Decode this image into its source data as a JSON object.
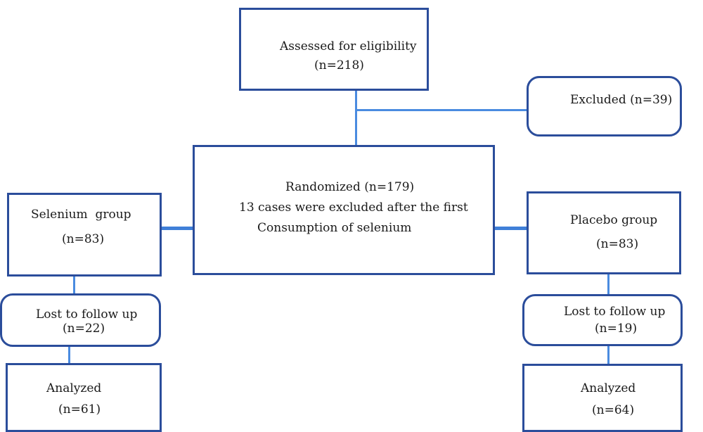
{
  "assessed": {
    "label": "Assessed for eligibility",
    "count": "(n=218)"
  },
  "excluded": {
    "label": "Excluded (n=39)"
  },
  "randomized": {
    "line1": "Randomized (n=179)",
    "line2": "13 cases were excluded after the first",
    "line3": "Consumption of selenium"
  },
  "selenium_group": {
    "label": "Selenium  group",
    "count": "(n=83)",
    "lost_label": "Lost to follow up",
    "lost_count": "(n=22)",
    "analyzed_label": "Analyzed",
    "analyzed_count": "(n=61)"
  },
  "placebo_group": {
    "label": "Placebo group",
    "count": "(n=83)",
    "lost_label": "Lost to follow up",
    "lost_count": "(n=19)",
    "analyzed_label": "Analyzed",
    "analyzed_count": "(n=64)"
  },
  "colors": {
    "box_border": "#2b4d9b",
    "connector": "#4a8be0"
  }
}
